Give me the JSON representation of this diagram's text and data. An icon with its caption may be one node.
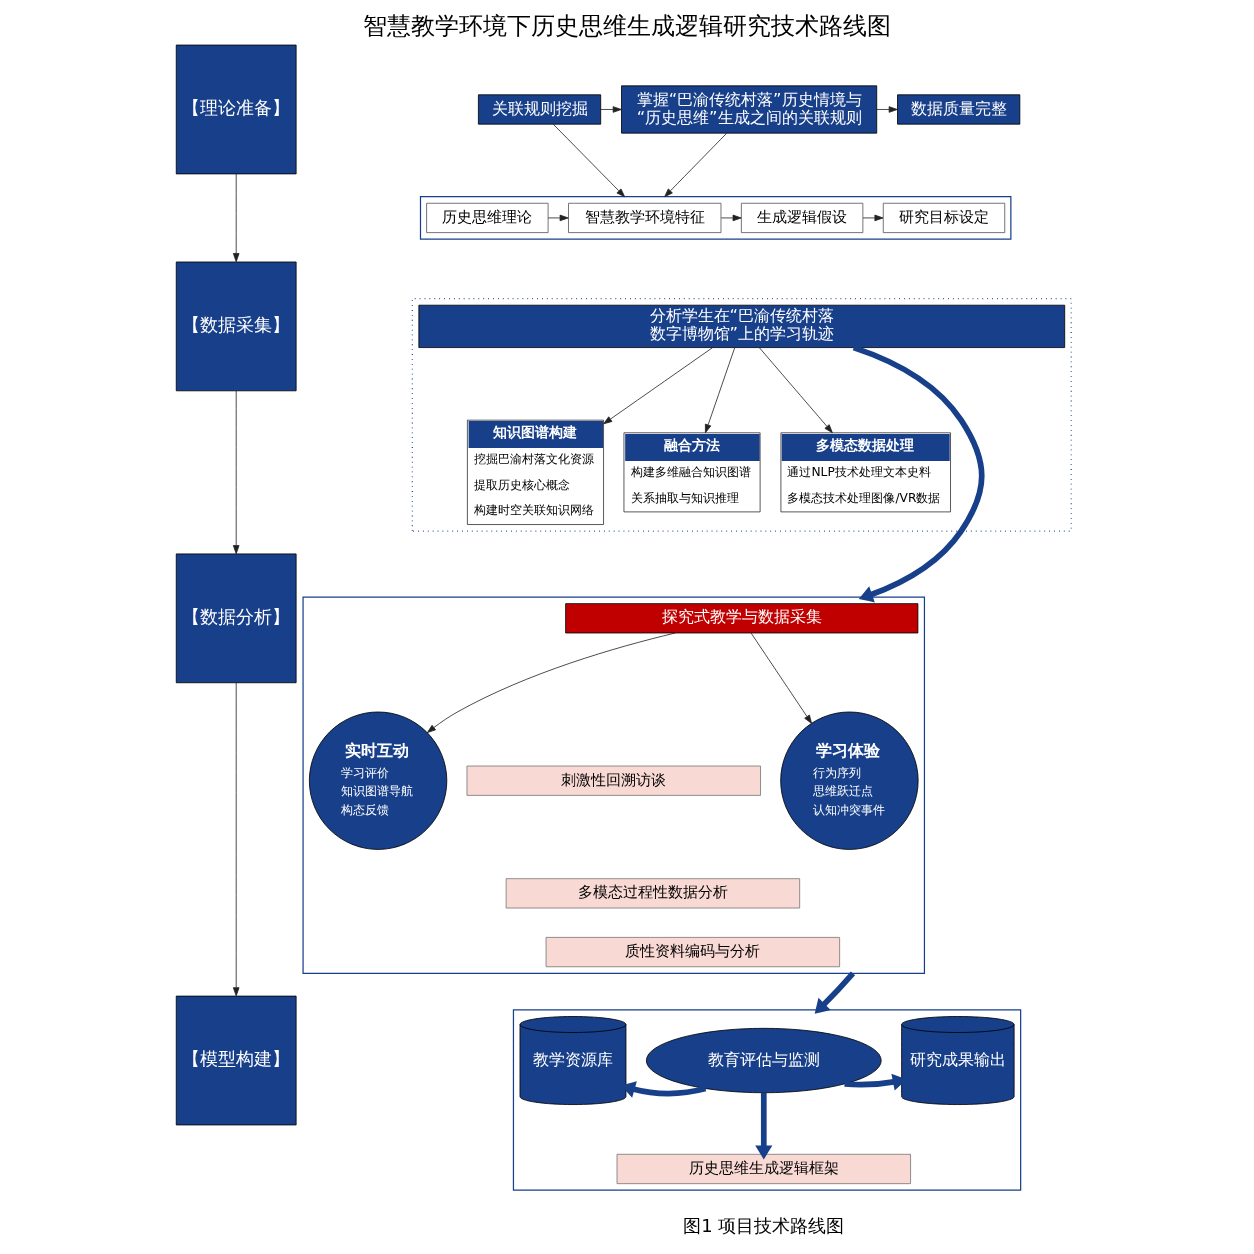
{
  "diagram": {
    "title": "智慧教学环境下历史思维生成逻辑研究技术路线图",
    "caption": "图1 项目技术路线图",
    "nodes": [
      {
        "text": [
          "【理论准备】"
        ]
      },
      {
        "text": [
          "【数据采集】"
        ]
      },
      {
        "text": [
          "【数据分析】"
        ]
      },
      {
        "text": [
          "【模型构建】"
        ]
      },
      {
        "text": [
          "关联规则挖掘"
        ]
      },
      {
        "text": [
          "掌握“巴渝传统村落”历史情境与“历史思维”生成之间的关联规则"
        ]
      },
      {
        "text": [
          "数据质量完整"
        ]
      },
      {
        "text": [],
        "shape": "box"
      },
      {
        "text": [
          "历史思维理论"
        ],
        "in": 7
      },
      {
        "text": [
          "智慧教学环境特征"
        ],
        "in": 7
      },
      {
        "text": [
          "生成逻辑假设"
        ],
        "in": 7
      },
      {
        "text": [
          "研究目标设定"
        ],
        "in": 7
      },
      {
        "text": [
          "分析学生在“巴渝传统村落数字博物馆”上的学习轨迹"
        ]
      },
      {
        "text": [
          "知识图谱构建",
          "挖掘巴渝村落文化资源",
          "提取历史核心概念",
          "构建时空关联知识网络"
        ],
        "in": 12
      },
      {
        "text": [
          "融合方法",
          "构建多维融合知识图谱",
          "关系抽取与知识推理"
        ],
        "in": 12
      },
      {
        "text": [
          "多模态数据处理",
          "通过NLP技术处理文本史料",
          "多模态技术处理图像/VR数据"
        ],
        "in": 12
      },
      {
        "text": [],
        "shape": "box"
      },
      {
        "text": [
          "探究式教学与数据采集"
        ],
        "in": 16
      },
      {
        "text": [
          "实时互动",
          "学习评价",
          "知识图谱导航",
          "构态反馈"
        ],
        "in": 16
      },
      {
        "text": [
          "刺激性回溯访谈"
        ],
        "in": 16
      },
      {
        "text": [
          "多模态过程性数据分析"
        ],
        "in": 16
      },
      {
        "text": [
          "质性资料编码与分析"
        ],
        "in": 16
      },
      {
        "text": [
          "学习体验",
          "行为序列",
          "思维跃迁点",
          "认知冲突事件"
        ],
        "in": 16
      },
      {
        "text": [],
        "shape": "box"
      },
      {
        "text": [
          "教学资源库"
        ],
        "in": 23
      },
      {
        "text": [
          "教育评估与监测"
        ],
        "in": 23
      },
      {
        "text": [
          "研究成果输出"
        ],
        "in": 23
      },
      {
        "text": [
          "历史思维生成逻辑框架"
        ],
        "in": 23
      }
    ],
    "edges": [
      {
        "from": 0,
        "to": 1,
        "arrow": "to"
      },
      {
        "from": 1,
        "to": 2,
        "arrow": "to"
      },
      {
        "from": 2,
        "to": 3,
        "arrow": "to"
      },
      {
        "from": 4,
        "to": 5,
        "arrow": "to"
      },
      {
        "from": 5,
        "to": 6,
        "arrow": "to"
      },
      {
        "from": 4,
        "to": 7,
        "arrow": "to"
      },
      {
        "from": 5,
        "to": 7,
        "arrow": "to"
      },
      {
        "from": 8,
        "to": 9,
        "arrow": "to"
      },
      {
        "from": 9,
        "to": 10,
        "arrow": "to"
      },
      {
        "from": 10,
        "to": 11,
        "arrow": "to"
      },
      {
        "from": 12,
        "to": 13,
        "arrow": "to"
      },
      {
        "from": 12,
        "to": 14,
        "arrow": "to"
      },
      {
        "from": 12,
        "to": 15,
        "arrow": "to"
      },
      {
        "from": 12,
        "to": 16,
        "arrow": "to",
        "style": "thick",
        "color": "#173f8a"
      },
      {
        "from": 17,
        "to": 18,
        "arrow": "to"
      },
      {
        "from": 17,
        "to": 22,
        "arrow": "to"
      },
      {
        "from": 16,
        "to": 23,
        "arrow": "to",
        "style": "thick",
        "color": "#173f8a"
      },
      {
        "from": 25,
        "to": 24,
        "arrow": "to",
        "style": "thick",
        "color": "#173f8a"
      },
      {
        "from": 25,
        "to": 26,
        "arrow": "to",
        "style": "thick",
        "color": "#173f8a"
      },
      {
        "from": 25,
        "to": 27,
        "arrow": "to",
        "style": "thick",
        "color": "#173f8a"
      }
    ]
  }
}
